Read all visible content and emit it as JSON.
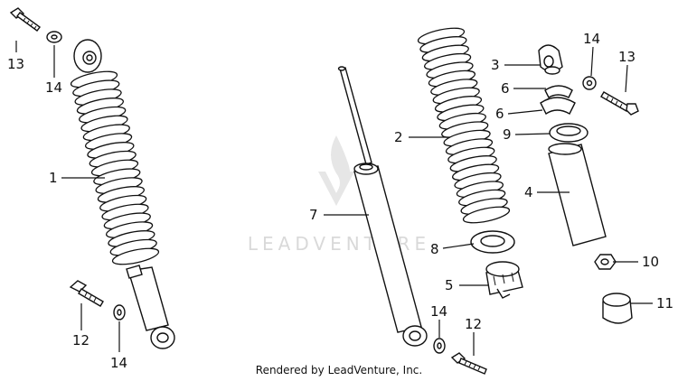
{
  "callouts": {
    "c13a": "13",
    "c14a": "14",
    "c1": "1",
    "c12a": "12",
    "c14b": "14",
    "c7": "7",
    "c2": "2",
    "c8": "8",
    "c5": "5",
    "c14c": "14",
    "c12b": "12",
    "c3": "3",
    "c6a": "6",
    "c6b": "6",
    "c9": "9",
    "c4": "4",
    "c14d": "14",
    "c13b": "13",
    "c10": "10",
    "c11": "11"
  },
  "watermark": "LEADVENTURE",
  "credit": "Rendered by LeadVenture, Inc.",
  "colors": {
    "line": "#111111",
    "watermark": "#d9d9d9",
    "background": "#ffffff"
  }
}
